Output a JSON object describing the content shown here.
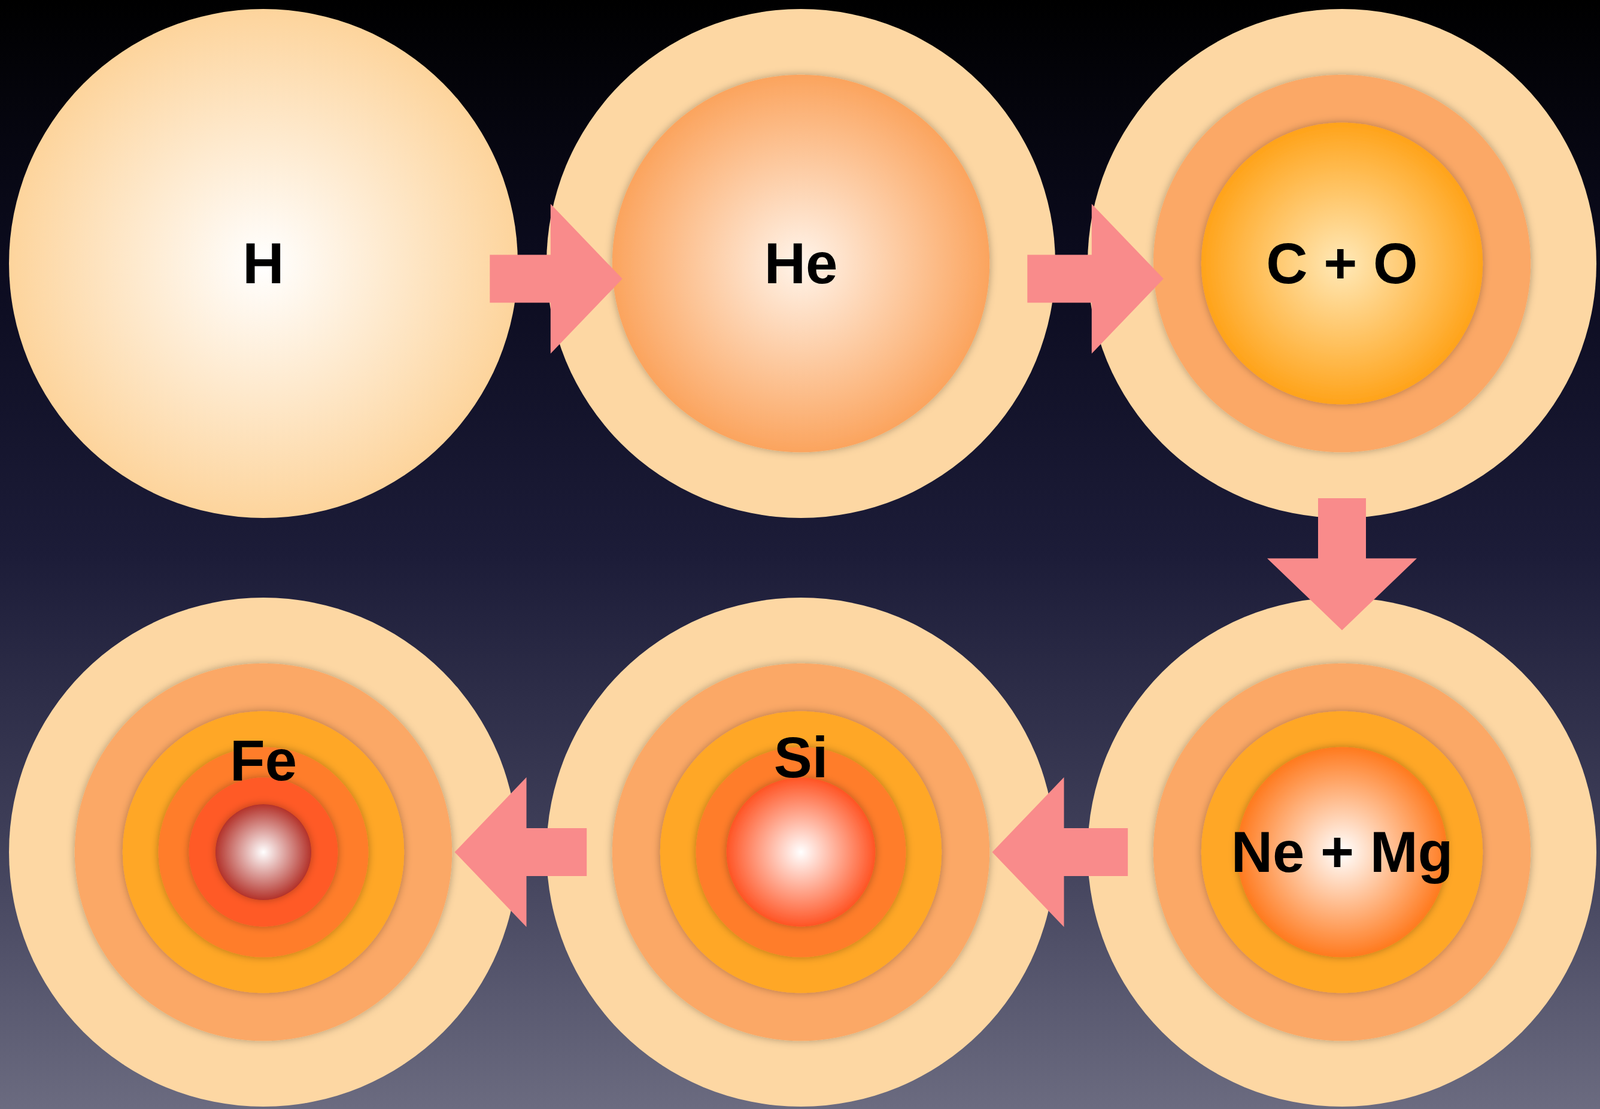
{
  "diagram": {
    "nodes": [
      {
        "text": [
          "H"
        ]
      },
      {
        "text": [
          "He"
        ]
      },
      {
        "text": [
          "C + O"
        ]
      },
      {
        "text": [
          "Ne + Mg"
        ]
      },
      {
        "text": [
          "Si"
        ]
      },
      {
        "text": [
          "Fe"
        ]
      }
    ],
    "edges": [
      {
        "from": 0,
        "to": 1,
        "arrow": "to"
      },
      {
        "from": 1,
        "to": 2,
        "arrow": "to"
      },
      {
        "from": 2,
        "to": 3,
        "arrow": "to"
      },
      {
        "from": 3,
        "to": 4,
        "arrow": "to"
      },
      {
        "from": 4,
        "to": 5,
        "arrow": "to"
      }
    ]
  }
}
